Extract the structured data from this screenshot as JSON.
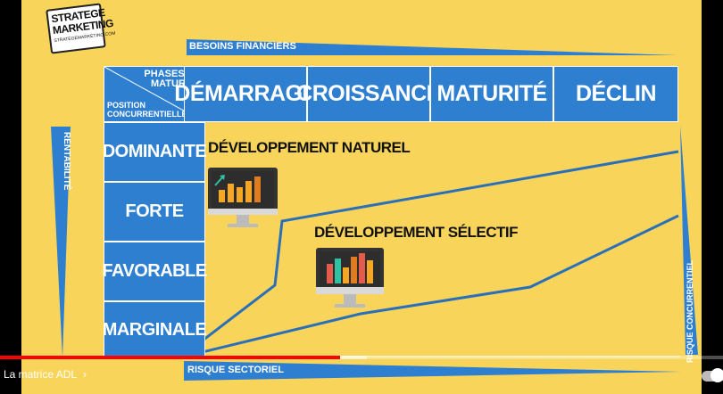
{
  "logo": {
    "line1": "STRATEGE",
    "line2": "MARKETING",
    "line3": "STRATEGEMARKETING.COM"
  },
  "banners": {
    "top": "BESOINS FINANCIERS",
    "bottom": "RISQUE SECTORIEL",
    "left": "RENTABILITÉ",
    "right": "RISQUE CONCURRENTIEL"
  },
  "table": {
    "corner_top": [
      "PHASES DE",
      "MATURITÉ"
    ],
    "corner_bottom": [
      "POSITION",
      "CONCURRENTIELLE"
    ],
    "phases": [
      "DÉMARRAGE",
      "CROISSANCE",
      "MATURITÉ",
      "DÉCLIN"
    ],
    "positions": [
      "DOMINANTE",
      "FORTE",
      "FAVORABLE",
      "MARGINALE"
    ]
  },
  "zones": {
    "natural": "DÉVELOPPEMENT NATUREL",
    "selective": "DÉVELOPPEMENT SÉLECTIF"
  },
  "colors": {
    "background": "#f8d55a",
    "table_blue": "#2f7fd1",
    "line_blue": "#2a6fb8",
    "progress": "#ff0000"
  },
  "player": {
    "chapter_title": "La matrice ADL",
    "chevron": "›",
    "played_fraction": 0.47
  }
}
